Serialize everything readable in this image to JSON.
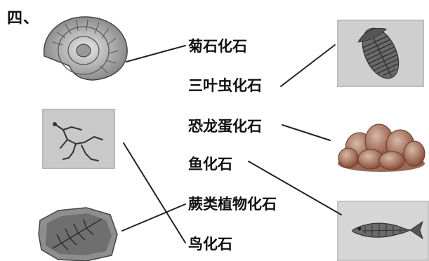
{
  "section_number": "四、",
  "fossil_names": [
    "菊石化石",
    "三叶虫化石",
    "恐龙蛋化石",
    "鱼化石",
    "蕨类植物化石",
    "鸟化石"
  ],
  "images": [
    {
      "icon": "ammonite-fossil-image",
      "matches": "菊石化石"
    },
    {
      "icon": "bird-fossil-image",
      "matches": "鸟化石"
    },
    {
      "icon": "fern-fossil-image",
      "matches": "蕨类植物化石"
    },
    {
      "icon": "trilobite-fossil-image",
      "matches": "三叶虫化石"
    },
    {
      "icon": "dinosaur-egg-fossil-image",
      "matches": "恐龙蛋化石"
    },
    {
      "icon": "fish-fossil-image",
      "matches": "鱼化石"
    }
  ],
  "colors": {
    "text": "#111111",
    "line": "#222222"
  }
}
